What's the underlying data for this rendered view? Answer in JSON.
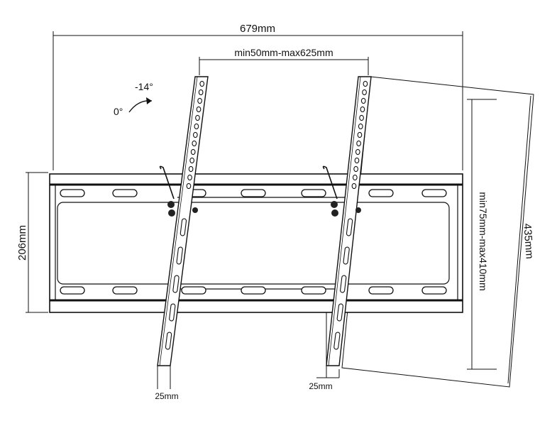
{
  "dimensions": {
    "total_width": "679mm",
    "horizontal_vesa": "min50mm-max625mm",
    "plate_height": "206mm",
    "vertical_vesa": "min75mm-max410mm",
    "bracket_length": "435mm",
    "left_arm_width": "25mm",
    "right_arm_width": "25mm"
  },
  "tilt": {
    "tilted_angle": "-14°",
    "upright_angle": "0°"
  }
}
